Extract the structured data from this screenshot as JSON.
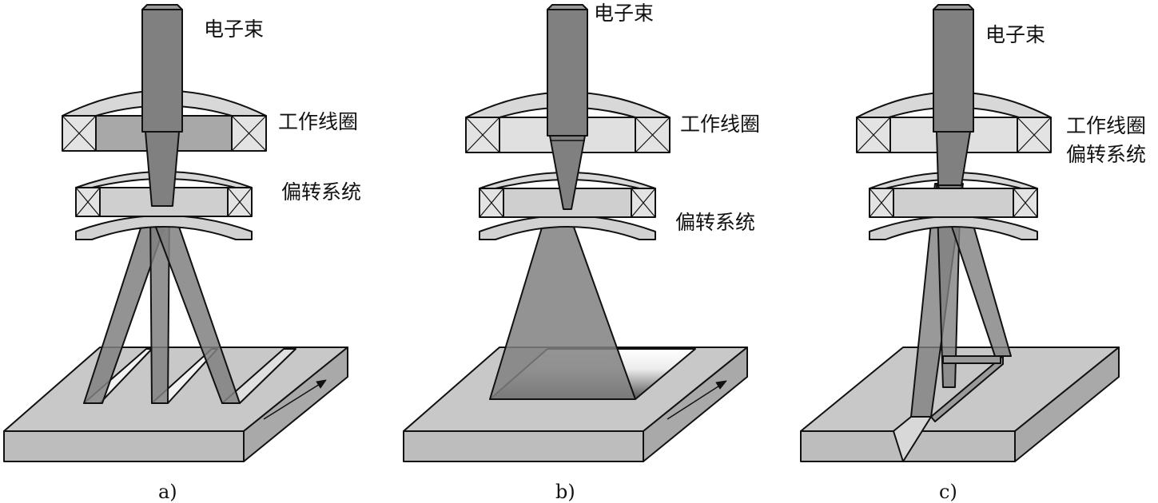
{
  "panels": [
    {
      "id": "a",
      "caption": "a)",
      "labels": {
        "beam": "电子束",
        "work_coil": "工作线圈",
        "deflection": "偏转系统"
      }
    },
    {
      "id": "b",
      "caption": "b)",
      "labels": {
        "beam": "电子束",
        "work_coil": "工作线圈",
        "deflection": "偏转系统"
      }
    },
    {
      "id": "c",
      "caption": "c)",
      "labels": {
        "beam": "电子束",
        "work_coil": "工作线圈",
        "deflection": "偏转系统"
      }
    }
  ],
  "colors": {
    "beam": "#808080",
    "ring_face": "#cfcfcf",
    "ring_dark": "#a8a8a8",
    "plate_top": "#c8c8c8",
    "outline": "#111111"
  }
}
